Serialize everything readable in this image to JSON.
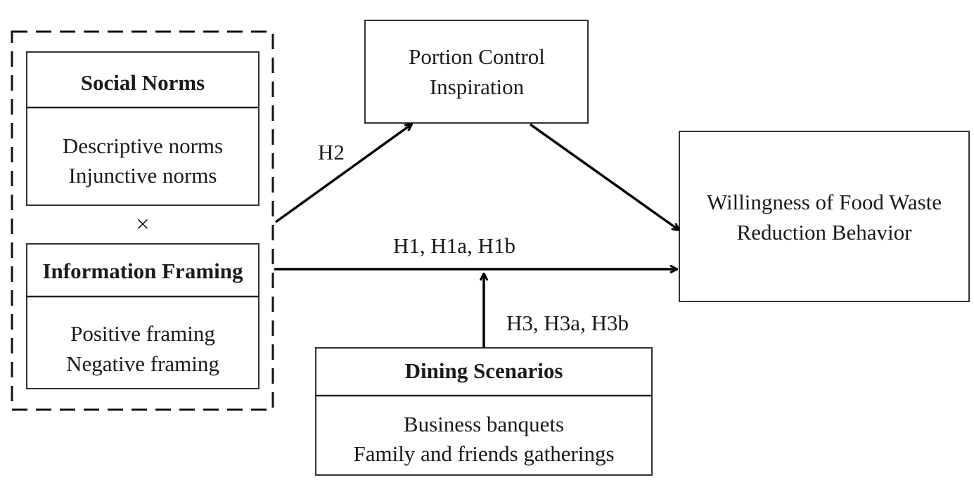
{
  "social_norms": {
    "title": "Social Norms",
    "items": [
      "Descriptive norms",
      "Injunctive norms"
    ]
  },
  "interaction_symbol": "×",
  "information_framing": {
    "title": "Information Framing",
    "items": [
      "Positive framing",
      "Negative framing"
    ]
  },
  "mediator": {
    "lines": [
      "Portion Control",
      "Inspiration"
    ]
  },
  "outcome": {
    "lines": [
      "Willingness of Food Waste",
      "Reduction Behavior"
    ]
  },
  "moderator": {
    "title": "Dining Scenarios",
    "items": [
      "Business banquets",
      "Family and friends gatherings"
    ]
  },
  "labels": {
    "h1": "H1, H1a, H1b",
    "h2": "H2",
    "h3": "H3, H3a, H3b"
  }
}
